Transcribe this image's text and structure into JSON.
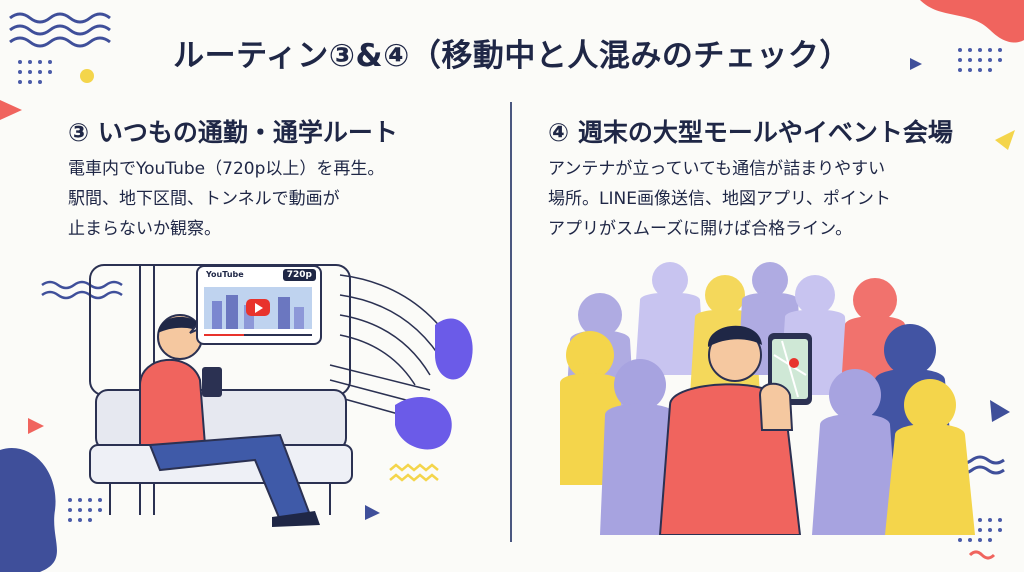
{
  "slide": {
    "title": "ルーティン③&④（移動中と人混みのチェック）"
  },
  "left_section": {
    "heading": "③ いつもの通勤・通学ルート",
    "body_lines": [
      "電車内でYouTube（720p以上）を再生。",
      "駅間、地下区間、トンネルで動画が",
      "止まらないか観察。"
    ],
    "video_popup": {
      "brand_label": "YouTube",
      "quality_badge": "720p"
    }
  },
  "right_section": {
    "heading": "④ 週末の大型モールやイベント会場",
    "body_lines": [
      "アンテナが立っていても通信が詰まりやすい",
      "場所。LINE画像送信、地図アプリ、ポイント",
      "アプリがスムーズに開けば合格ライン。"
    ]
  },
  "colors": {
    "navy": "#1f2746",
    "coral": "#f0645e",
    "yellow": "#f4d54b",
    "lavender": "#a7a3e0",
    "blue": "#4254a3",
    "purple": "#6b5be8"
  }
}
